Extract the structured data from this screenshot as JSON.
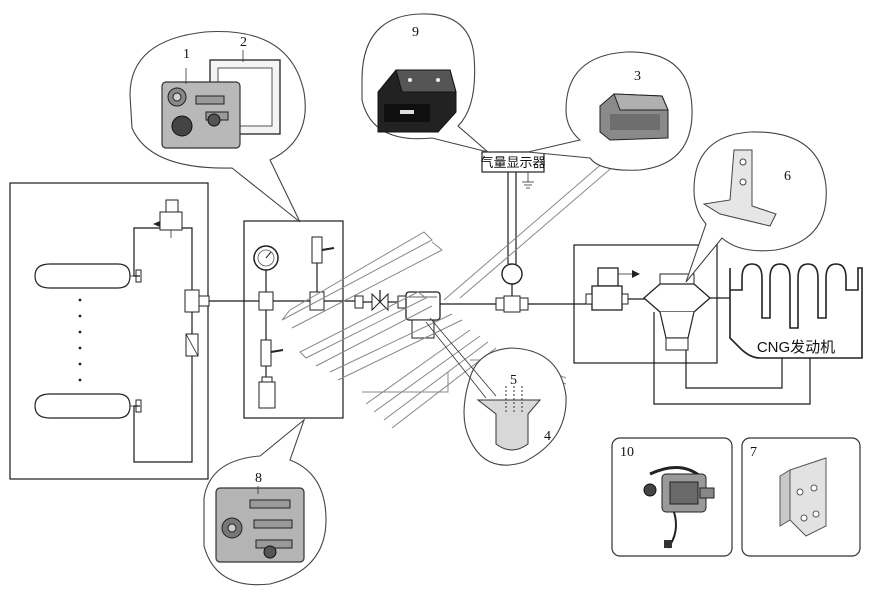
{
  "labels": {
    "n1": "1",
    "n2": "2",
    "n3": "3",
    "n4": "4",
    "n5": "5",
    "n6": "6",
    "n7": "7",
    "n8": "8",
    "n9": "9",
    "n10": "10"
  },
  "gauge_display": "气量显示器",
  "engine": "CNG发动机"
}
